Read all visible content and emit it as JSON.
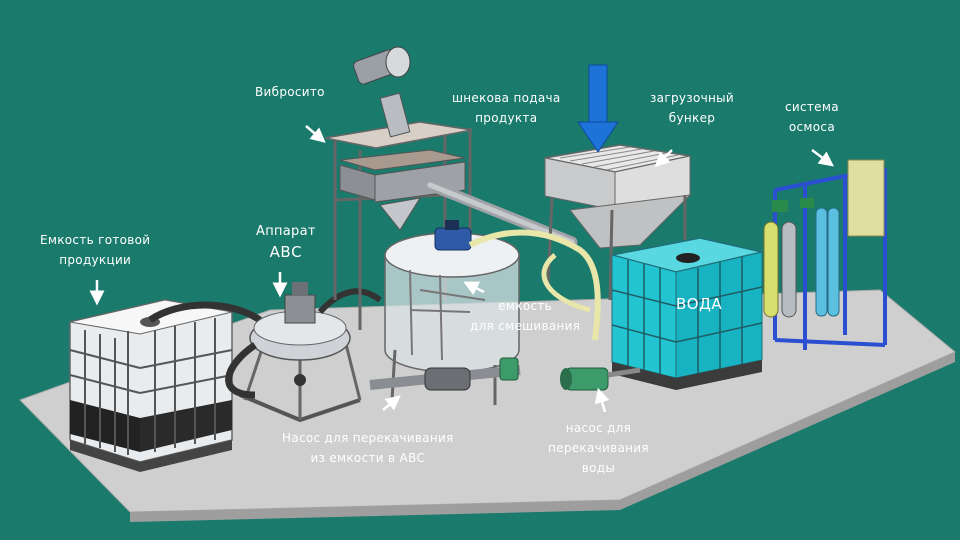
{
  "labels": {
    "vibrosito": "Вибросито",
    "auger": [
      "шнекова подача",
      "продукта"
    ],
    "bunker": [
      "загрузочный",
      "бункер"
    ],
    "osmosis": [
      "система",
      "осмоса"
    ],
    "product_tank": [
      "Емкость готовой",
      "продукции"
    ],
    "abs": [
      "Аппарат",
      "АВС"
    ],
    "mixing_tank": [
      "емкость",
      "для смешивания"
    ],
    "water": "вода",
    "pump_abs": [
      "Насос для перекачивания",
      "из емкости в АВС"
    ],
    "pump_water": [
      "насос для",
      "перекачивания",
      "воды"
    ]
  },
  "colors": {
    "background": "#1a7a6c",
    "floor": "#cfcfcf",
    "frame": "#55585c",
    "water_tank": "#22c4d2",
    "arrow_blue": "#1e73d8",
    "hose_yellow": "#e8e6a8",
    "pump_green": "#3d9a6a",
    "osmosis_frame": "#2a4fd0",
    "label_text": "#ffffff"
  }
}
